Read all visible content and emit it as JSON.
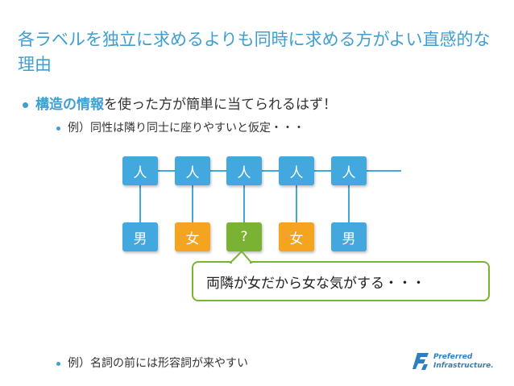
{
  "slide": {
    "title": "各ラベルを独立に求めるよりも同時に求める方がよい直感的な理由",
    "bullet1_highlight": "構造の情報",
    "bullet1_rest": "を使った方が簡単に当てられるはず！",
    "bullet2": "例）同性は隣り同士に座りやすいと仮定・・・",
    "bullet3": "例）名詞の前には形容詞が来やすい"
  },
  "diagram": {
    "person_nodes": [
      "人",
      "人",
      "人",
      "人",
      "人"
    ],
    "label_nodes": [
      {
        "text": "男",
        "color": "#43a8dd"
      },
      {
        "text": "女",
        "color": "#f5a41f"
      },
      {
        "text": "?",
        "color": "#7ab234"
      },
      {
        "text": "女",
        "color": "#43a8dd"
      },
      {
        "text": "男",
        "color": "#43a8dd"
      }
    ],
    "callout": "両隣が女だから女な気がする・・・"
  },
  "logo": {
    "line1": "Preferred",
    "line2": "Infrastructure."
  },
  "colors": {
    "accent": "#3f9fd1",
    "node_blue": "#43a8dd",
    "node_orange": "#f5a41f",
    "node_green": "#7ab234",
    "callout_border": "#79b52e"
  }
}
